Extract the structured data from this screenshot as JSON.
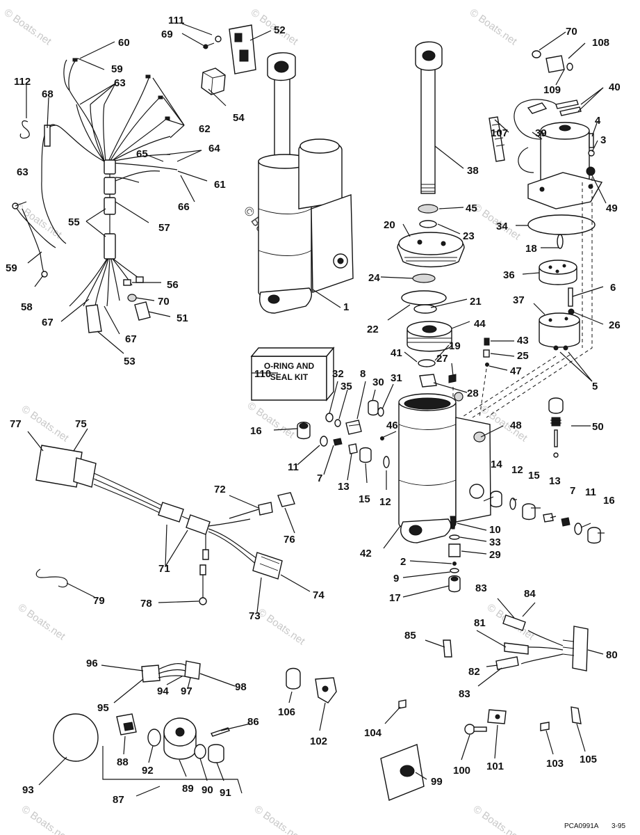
{
  "watermark": "© Boats.net",
  "kit_label": {
    "line1": "O-RING AND",
    "line2": "SEAL KIT"
  },
  "footer": {
    "code": "PCA0991A",
    "date": "3-95"
  },
  "callouts": [
    {
      "id": "c111",
      "text": "111"
    },
    {
      "id": "c69",
      "text": "69"
    },
    {
      "id": "c52",
      "text": "52"
    },
    {
      "id": "c60",
      "text": "60"
    },
    {
      "id": "c59a",
      "text": "59"
    },
    {
      "id": "c112",
      "text": "112"
    },
    {
      "id": "c68",
      "text": "68"
    },
    {
      "id": "c63a",
      "text": "63"
    },
    {
      "id": "c54",
      "text": "54"
    },
    {
      "id": "c62",
      "text": "62"
    },
    {
      "id": "c65",
      "text": "65"
    },
    {
      "id": "c64",
      "text": "64"
    },
    {
      "id": "c63b",
      "text": "63"
    },
    {
      "id": "c61",
      "text": "61"
    },
    {
      "id": "c66",
      "text": "66"
    },
    {
      "id": "c55",
      "text": "55"
    },
    {
      "id": "c57",
      "text": "57"
    },
    {
      "id": "c59b",
      "text": "59"
    },
    {
      "id": "c58",
      "text": "58"
    },
    {
      "id": "c56",
      "text": "56"
    },
    {
      "id": "c70a",
      "text": "70"
    },
    {
      "id": "c51",
      "text": "51"
    },
    {
      "id": "c67a",
      "text": "67"
    },
    {
      "id": "c67b",
      "text": "67"
    },
    {
      "id": "c53",
      "text": "53"
    },
    {
      "id": "c1",
      "text": "1"
    },
    {
      "id": "c38",
      "text": "38"
    },
    {
      "id": "c45",
      "text": "45"
    },
    {
      "id": "c20",
      "text": "20"
    },
    {
      "id": "c23",
      "text": "23"
    },
    {
      "id": "c24",
      "text": "24"
    },
    {
      "id": "c21",
      "text": "21"
    },
    {
      "id": "c22",
      "text": "22"
    },
    {
      "id": "c44",
      "text": "44"
    },
    {
      "id": "c19",
      "text": "19"
    },
    {
      "id": "c41",
      "text": "41"
    },
    {
      "id": "c27",
      "text": "27"
    },
    {
      "id": "c28",
      "text": "28"
    },
    {
      "id": "c70b",
      "text": "70"
    },
    {
      "id": "c108",
      "text": "108"
    },
    {
      "id": "c109",
      "text": "109"
    },
    {
      "id": "c40",
      "text": "40"
    },
    {
      "id": "c107",
      "text": "107"
    },
    {
      "id": "c39",
      "text": "39"
    },
    {
      "id": "c4",
      "text": "4"
    },
    {
      "id": "c3",
      "text": "3"
    },
    {
      "id": "c49",
      "text": "49"
    },
    {
      "id": "c34",
      "text": "34"
    },
    {
      "id": "c18",
      "text": "18"
    },
    {
      "id": "c36",
      "text": "36"
    },
    {
      "id": "c6",
      "text": "6"
    },
    {
      "id": "c37",
      "text": "37"
    },
    {
      "id": "c26",
      "text": "26"
    },
    {
      "id": "c43",
      "text": "43"
    },
    {
      "id": "c25",
      "text": "25"
    },
    {
      "id": "c47",
      "text": "47"
    },
    {
      "id": "c5",
      "text": "5"
    },
    {
      "id": "c50",
      "text": "50"
    },
    {
      "id": "c110",
      "text": "110"
    },
    {
      "id": "c32",
      "text": "32"
    },
    {
      "id": "c8",
      "text": "8"
    },
    {
      "id": "c35",
      "text": "35"
    },
    {
      "id": "c30",
      "text": "30"
    },
    {
      "id": "c31",
      "text": "31"
    },
    {
      "id": "c16a",
      "text": "16"
    },
    {
      "id": "c46",
      "text": "46"
    },
    {
      "id": "c48",
      "text": "48"
    },
    {
      "id": "c11a",
      "text": "11"
    },
    {
      "id": "c7a",
      "text": "7"
    },
    {
      "id": "c13a",
      "text": "13"
    },
    {
      "id": "c15a",
      "text": "15"
    },
    {
      "id": "c12a",
      "text": "12"
    },
    {
      "id": "c14",
      "text": "14"
    },
    {
      "id": "c12b",
      "text": "12"
    },
    {
      "id": "c15b",
      "text": "15"
    },
    {
      "id": "c13b",
      "text": "13"
    },
    {
      "id": "c7b",
      "text": "7"
    },
    {
      "id": "c11b",
      "text": "11"
    },
    {
      "id": "c16b",
      "text": "16"
    },
    {
      "id": "c10",
      "text": "10"
    },
    {
      "id": "c33",
      "text": "33"
    },
    {
      "id": "c29",
      "text": "29"
    },
    {
      "id": "c42",
      "text": "42"
    },
    {
      "id": "c2",
      "text": "2"
    },
    {
      "id": "c9",
      "text": "9"
    },
    {
      "id": "c17",
      "text": "17"
    },
    {
      "id": "c77",
      "text": "77"
    },
    {
      "id": "c75",
      "text": "75"
    },
    {
      "id": "c72",
      "text": "72"
    },
    {
      "id": "c76",
      "text": "76"
    },
    {
      "id": "c71",
      "text": "71"
    },
    {
      "id": "c74",
      "text": "74"
    },
    {
      "id": "c73",
      "text": "73"
    },
    {
      "id": "c79",
      "text": "79"
    },
    {
      "id": "c78",
      "text": "78"
    },
    {
      "id": "c83a",
      "text": "83"
    },
    {
      "id": "c84",
      "text": "84"
    },
    {
      "id": "c85",
      "text": "85"
    },
    {
      "id": "c81",
      "text": "81"
    },
    {
      "id": "c80",
      "text": "80"
    },
    {
      "id": "c82",
      "text": "82"
    },
    {
      "id": "c83b",
      "text": "83"
    },
    {
      "id": "c96",
      "text": "96"
    },
    {
      "id": "c98",
      "text": "98"
    },
    {
      "id": "c95",
      "text": "95"
    },
    {
      "id": "c94",
      "text": "94"
    },
    {
      "id": "c97",
      "text": "97"
    },
    {
      "id": "c106",
      "text": "106"
    },
    {
      "id": "c102",
      "text": "102"
    },
    {
      "id": "c104",
      "text": "104"
    },
    {
      "id": "c86",
      "text": "86"
    },
    {
      "id": "c88",
      "text": "88"
    },
    {
      "id": "c92",
      "text": "92"
    },
    {
      "id": "c89",
      "text": "89"
    },
    {
      "id": "c90",
      "text": "90"
    },
    {
      "id": "c91",
      "text": "91"
    },
    {
      "id": "c93",
      "text": "93"
    },
    {
      "id": "c87",
      "text": "87"
    },
    {
      "id": "c100",
      "text": "100"
    },
    {
      "id": "c101",
      "text": "101"
    },
    {
      "id": "c103",
      "text": "103"
    },
    {
      "id": "c105",
      "text": "105"
    },
    {
      "id": "c99",
      "text": "99"
    }
  ]
}
